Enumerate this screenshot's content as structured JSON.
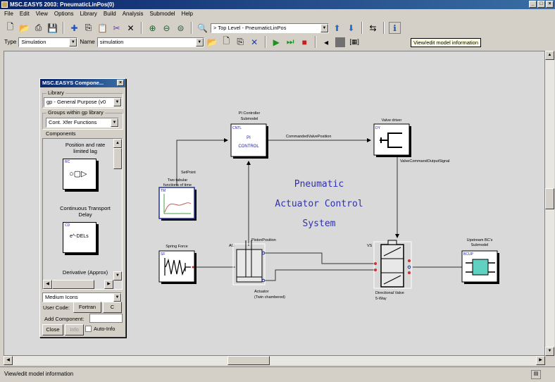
{
  "window": {
    "title": "MSC.EASY5 2003: PneumaticLinPos(0)",
    "min": "_",
    "max": "□",
    "close": "×"
  },
  "menu": [
    "File",
    "Edit",
    "View",
    "Options",
    "Library",
    "Build",
    "Analysis",
    "Submodel",
    "Help"
  ],
  "toolbar": {
    "level_combo": "> Top Level - PneumaticLinPos",
    "type_label": "Type",
    "type_value": "Simulation",
    "name_label": "Name",
    "name_value": "simulation",
    "tooltip": "View/edit model information"
  },
  "status": {
    "text": "View/edit model information"
  },
  "panel": {
    "title": "MSC.EASYS Compone...",
    "library_label": "Library",
    "library_value": "gp - General Purpose (v0",
    "groups_label": "Groups within gp library",
    "groups_value": "Cont. Xfer Functions",
    "components_label": "Components",
    "components": [
      {
        "name": "Position and rate limited lag",
        "code": "RC"
      },
      {
        "name": "Continuous Transport Delay",
        "code": "CD",
        "formula": "e^-DELs"
      },
      {
        "name": "Derivative (Approx)"
      }
    ],
    "icon_size": "Medium Icons",
    "user_code_label": "User Code:",
    "fortran": "Fortran",
    "c": "C",
    "add_label": "Add Component:",
    "close": "Close",
    "info": "Info",
    "auto_info": "Auto-Info"
  },
  "diagram": {
    "title_lines": [
      "Pneumatic",
      "Actuator Control",
      "System"
    ],
    "pi": {
      "label1": "PI Controller",
      "label2": "Submodel",
      "code": "CNTL",
      "text1": "PI",
      "text2": "CONTROL"
    },
    "valve_driver": {
      "label": "Valve driver",
      "code": "DY"
    },
    "tabular": {
      "label1": "Two tabular",
      "label2": "functions of time",
      "code": "TM"
    },
    "spring": {
      "label": "Spring Force",
      "code": "SF"
    },
    "actuator": {
      "code": "AC",
      "label1": "Actuator",
      "label2": "(Twin chambered)"
    },
    "valve": {
      "code": "VS",
      "label1": "Directional Valve",
      "label2": "5-Way"
    },
    "upstream": {
      "label1": "Upstream BC's",
      "label2": "Submodel",
      "code": "BCUP"
    },
    "signals": {
      "commanded": "CommandedValvePosition",
      "output": "ValveCommandOutputSignal",
      "setpoint": "SetPoint",
      "piston": "PistonPosition"
    }
  }
}
